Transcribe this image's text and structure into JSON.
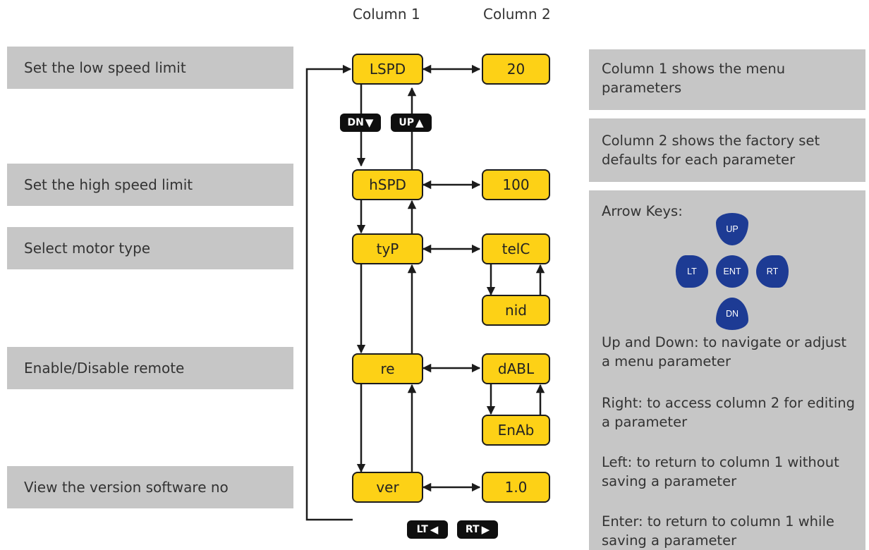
{
  "columns": {
    "col1": "Column 1",
    "col2": "Column 2"
  },
  "left_labels": [
    "Set the low speed limit",
    "Set the high speed limit",
    "Select motor type",
    "Enable/Disable remote",
    "View the version software no"
  ],
  "menu_params": [
    "LSPD",
    "hSPD",
    "tyP",
    "re",
    "ver"
  ],
  "defaults": [
    "20",
    "100",
    "telC",
    "dABL",
    "1.0"
  ],
  "alt_values": [
    "nid",
    "EnAb"
  ],
  "nav_keys": {
    "dn": "DN",
    "up": "UP",
    "lt": "LT",
    "rt": "RT"
  },
  "info": {
    "col1_note": "Column 1 shows the menu parameters",
    "col2_note": "Column 2 shows the factory set defaults for each parameter",
    "arrow_title": "Arrow Keys:",
    "keypad": {
      "up": "UP",
      "lt": "LT",
      "ent": "ENT",
      "rt": "RT",
      "dn": "DN"
    },
    "instructions": [
      "Up and Down: to navigate or adjust a menu parameter",
      "Right: to access column 2 for editing a parameter",
      "Left: to return to column 1 without saving a parameter",
      "Enter: to return to column 1 while saving a parameter"
    ]
  },
  "colors": {
    "yellow": "#fdd116",
    "panel": "#c6c6c6",
    "keypad": "#1d3b94",
    "key": "#0f0f0f"
  }
}
